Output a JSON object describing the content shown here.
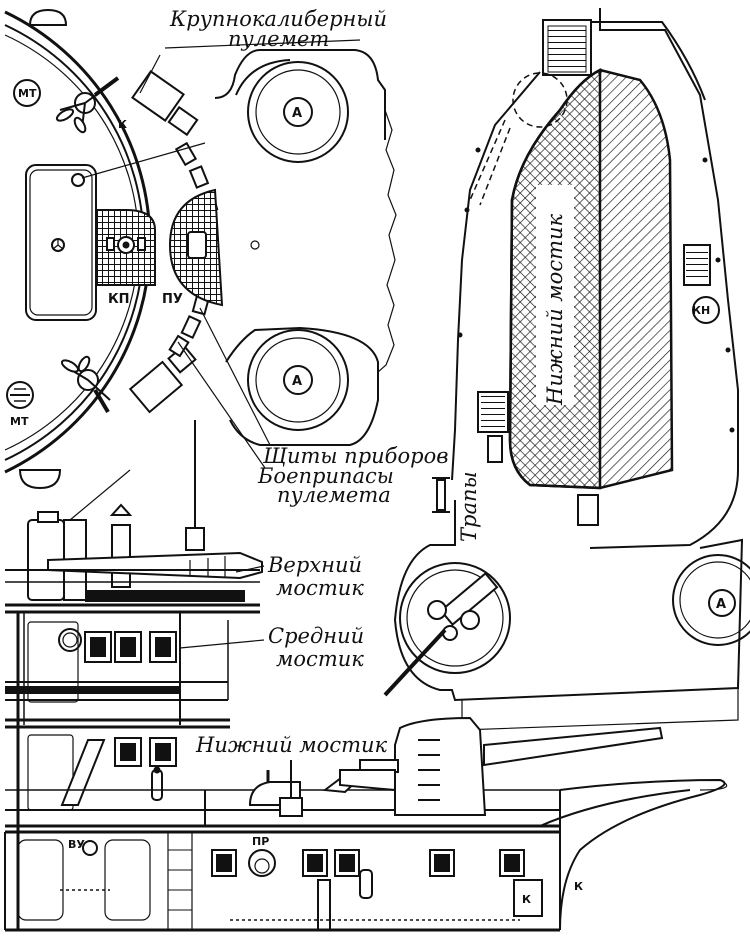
{
  "captions": {
    "heavy_mg_line1": "Крупнокалиберный",
    "heavy_mg_line2": "пулемет",
    "panels": "Щиты приборов",
    "ammo_line1": "Боеприпасы",
    "ammo_line2": "пулемета",
    "upper_bridge_line1": "Верхний",
    "upper_bridge_line2": "мостик",
    "middle_bridge_line1": "Средний",
    "middle_bridge_line2": "мостик",
    "lower_bridge": "Нижний мостик",
    "lower_bridge_vertical": "Нижний мостик",
    "ladders": "Трапы"
  },
  "labels": {
    "mt": "МТ",
    "k": "К",
    "kp": "КП",
    "pu": "ПУ",
    "a": "А",
    "kn": "КН",
    "vu": "ВУ",
    "pr": "ПР"
  }
}
